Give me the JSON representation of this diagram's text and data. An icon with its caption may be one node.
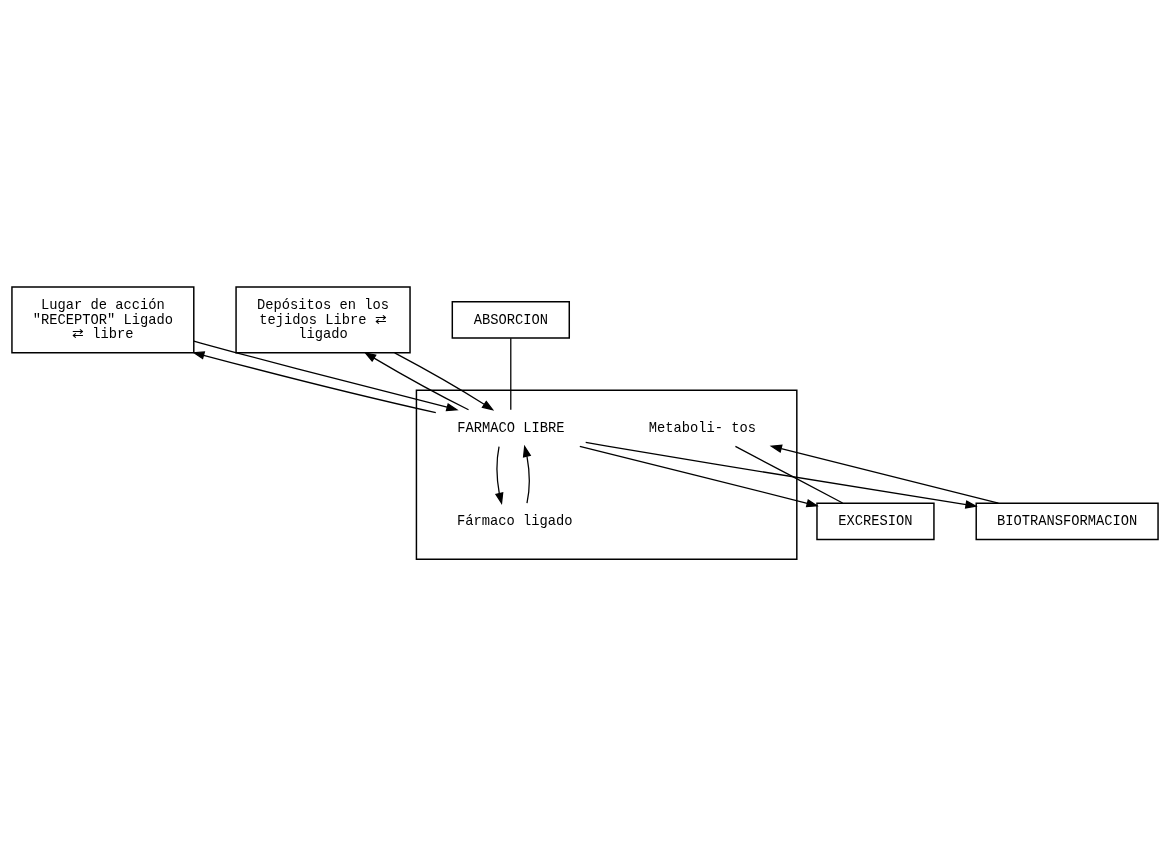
{
  "diagram": {
    "nodes": [
      {
        "text": [
          "Lugar de acción \"RECEPTOR\" Ligado ⇄ libre"
        ]
      },
      {
        "text": [
          "Depósitos en los tejidos Libre ⇄ ligado"
        ]
      },
      {
        "text": [],
        "shape": "box"
      },
      {
        "text": [
          "FARMACO LIBRE"
        ],
        "in": 2
      },
      {
        "text": [
          "Fármaco ligado"
        ],
        "in": 2
      },
      {
        "text": [
          "Metaboli- tos"
        ],
        "in": 2
      },
      {
        "text": [
          "ABSORCION"
        ]
      },
      {
        "text": [
          "EXCRESION"
        ]
      },
      {
        "text": [
          "BIOTRANSFORMACION"
        ]
      }
    ],
    "edges": [
      {
        "from": 0,
        "to": 3,
        "arrow": "to"
      },
      {
        "from": 3,
        "to": 0,
        "arrow": "to"
      },
      {
        "from": 1,
        "to": 3,
        "arrow": "to"
      },
      {
        "from": 3,
        "to": 1,
        "arrow": "to"
      },
      {
        "from": 6,
        "to": 3,
        "arrow": "none"
      },
      {
        "from": 3,
        "to": 7,
        "arrow": "to"
      },
      {
        "from": 3,
        "to": 4,
        "arrow": "to"
      },
      {
        "from": 4,
        "to": 3,
        "arrow": "to"
      },
      {
        "from": 3,
        "to": 8,
        "arrow": "to"
      },
      {
        "from": 8,
        "to": 5,
        "arrow": "to"
      },
      {
        "from": 5,
        "to": 7,
        "arrow": "none"
      }
    ]
  }
}
